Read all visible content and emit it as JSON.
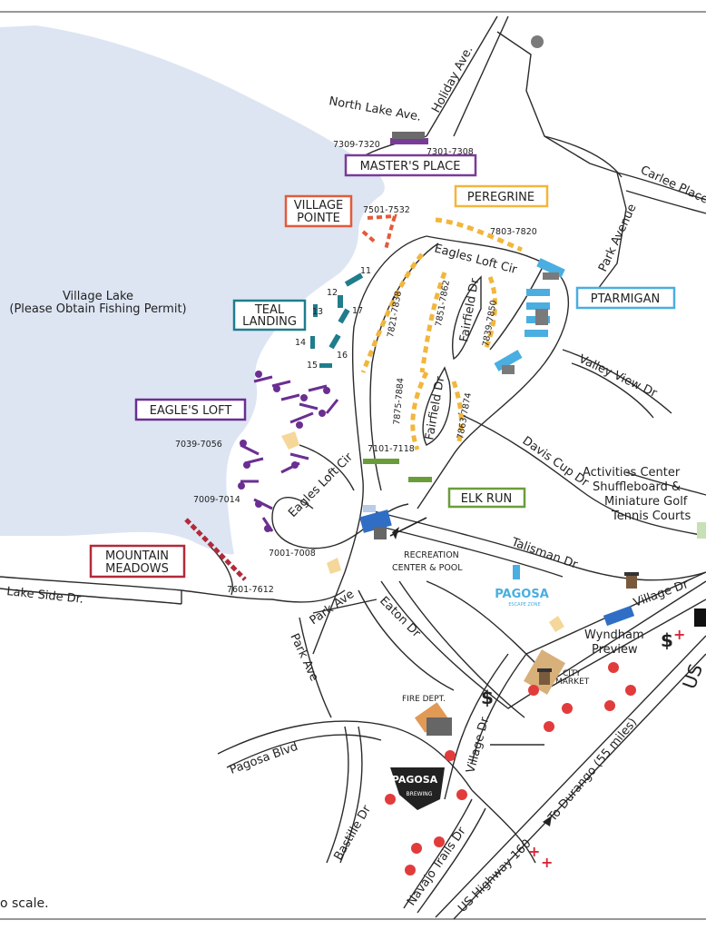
{
  "lake": {
    "name": "Village Lake",
    "note": "(Please Obtain Fishing Permit)"
  },
  "areas": [
    {
      "id": "masters-place",
      "label": "MASTER'S PLACE",
      "color": "#7a3b98",
      "units": [
        "7309-7320",
        "7301-7308"
      ]
    },
    {
      "id": "peregrine",
      "label": "PEREGRINE",
      "color": "#f2b63d",
      "units": [
        "7803-7820",
        "7821-7838",
        "7851-7862",
        "7839-7850",
        "7875-7884",
        "7863-7874"
      ]
    },
    {
      "id": "village-pointe",
      "label_line1": "VILLAGE",
      "label_line2": "POINTE",
      "color": "#e35a3a",
      "units": [
        "7501-7532"
      ]
    },
    {
      "id": "teal-landing",
      "label_line1": "TEAL",
      "label_line2": "LANDING",
      "color": "#1f7d8c",
      "units": [
        "11",
        "12",
        "13",
        "14",
        "15",
        "16",
        "17"
      ]
    },
    {
      "id": "ptarmigan",
      "label": "PTARMIGAN",
      "color": "#4aaee0"
    },
    {
      "id": "eagles-loft",
      "label": "EAGLE'S LOFT",
      "color": "#6a2f91",
      "units": [
        "7039-7056",
        "7009-7014",
        "7001-7008"
      ]
    },
    {
      "id": "elk-run",
      "label": "ELK RUN",
      "color": "#6a9d3a",
      "units": [
        "7101-7118"
      ]
    },
    {
      "id": "mountain-meadows",
      "label_line1": "MOUNTAIN",
      "label_line2": "MEADOWS",
      "color": "#b22a3a",
      "units": [
        "7601-7612"
      ]
    }
  ],
  "streets": {
    "north_lake": "North Lake Ave.",
    "holiday": "Holiday Ave.",
    "carlee": "Carlee Place",
    "park_avenue": "Park Avenue",
    "eagles_loft_cir_1": "Eagles Loft Cir",
    "eagles_loft_cir_2": "Eagles Loft Cir",
    "fairfield_1": "Fairfield Dr",
    "fairfield_2": "Fairfield Dr",
    "valley_view": "Valley View Dr",
    "davis_cup": "Davis Cup Dr",
    "talisman": "Talisman Dr",
    "village_dr_1": "Village Dr",
    "village_dr_2": "Village Dr.",
    "lake_side": "Lake Side Dr.",
    "park_ave_1": "Park Ave",
    "park_ave_2": "Park Ave",
    "eaton": "Eaton Dr",
    "pagosa_blvd": "Pagosa Blvd",
    "bastille": "Bastille Dr",
    "navajo": "Navajo Trails Dr",
    "us160": "US Highway 160",
    "us160_short": "US",
    "durango": "To Durango (55 miles)"
  },
  "places": {
    "activities_1": "Activities Center",
    "activities_2": "Shuffleboard &",
    "activities_3": "Miniature Golf",
    "activities_4": "Tennis Courts",
    "recreation_1": "RECREATION",
    "recreation_2": "CENTER & POOL",
    "pagosa_escape": "PAGOSA",
    "pagosa_escape_sub": "ESCAPE ZONE",
    "wyndham_1": "Wyndham",
    "wyndham_2": "Preview",
    "city_market_1": "CITY",
    "city_market_2": "MARKET",
    "fire_dept": "FIRE DEPT.",
    "brewing_1": "PAGOSA",
    "brewing_2": "BREWING",
    "dollar": "$",
    "scale_note": "o scale."
  },
  "colors": {
    "lake": "#dde5f3",
    "road": "#2b2b2b",
    "red_dot": "#e23b3b",
    "plus": "#d6283a",
    "dollar": "#5b9a3b"
  }
}
